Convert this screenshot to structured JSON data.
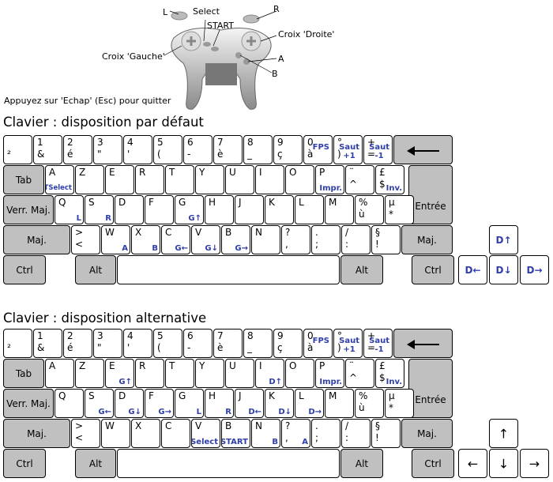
{
  "controller": {
    "labels": {
      "l": "L",
      "select": "Select",
      "r": "R",
      "start": "START",
      "croix_droite": "Croix 'Droite'",
      "croix_gauche": "Croix 'Gauche'",
      "a": "A",
      "b": "B"
    },
    "instruction": "Appuyez sur 'Echap' (Esc) pour quitter"
  },
  "sections": {
    "default_title": "Clavier : disposition par défaut",
    "alt_title": "Clavier : disposition alternative"
  },
  "colors": {
    "annotation": "#2f3ea8",
    "grey_key": "#c0c0c0"
  },
  "default": {
    "row1": [
      {
        "t": "",
        "b": "²"
      },
      {
        "t": "1",
        "b": "&"
      },
      {
        "t": "2",
        "b": "é"
      },
      {
        "t": "3",
        "b": "\""
      },
      {
        "t": "4",
        "b": "'"
      },
      {
        "t": "5",
        "b": "("
      },
      {
        "t": "6",
        "b": "-"
      },
      {
        "t": "7",
        "b": "è"
      },
      {
        "t": "8",
        "b": "_"
      },
      {
        "t": "9",
        "b": "ç"
      },
      {
        "t": "0",
        "b": "à",
        "a": "FPS"
      },
      {
        "t": "°",
        "b": ")",
        "a": "Saut\n+1"
      },
      {
        "t": "+",
        "b": "=",
        "a": "Saut\n-1"
      }
    ],
    "row2": [
      {
        "t": "A",
        "a": "STARTSelect"
      },
      {
        "t": "Z",
        "a": ""
      },
      {
        "t": "E"
      },
      {
        "t": "R"
      },
      {
        "t": "T"
      },
      {
        "t": "Y"
      },
      {
        "t": "U"
      },
      {
        "t": "I"
      },
      {
        "t": "O"
      },
      {
        "t": "P",
        "a": "Impr."
      },
      {
        "t": "¨",
        "b": "^"
      },
      {
        "t": "£",
        "b": "$",
        "a": "Inv."
      }
    ],
    "row3": [
      {
        "t": "Q",
        "a": "L"
      },
      {
        "t": "S",
        "a": "R"
      },
      {
        "t": "D"
      },
      {
        "t": "F"
      },
      {
        "t": "G",
        "a": "G↑"
      },
      {
        "t": "H"
      },
      {
        "t": "J"
      },
      {
        "t": "K"
      },
      {
        "t": "L"
      },
      {
        "t": "M"
      },
      {
        "t": "%",
        "b": "ù"
      },
      {
        "t": "µ",
        "b": "*"
      }
    ],
    "row4": [
      {
        "t": ">",
        "b": "<"
      },
      {
        "t": "W",
        "a": "A"
      },
      {
        "t": "X",
        "a": "B"
      },
      {
        "t": "C",
        "a": "G←"
      },
      {
        "t": "V",
        "a": "G↓"
      },
      {
        "t": "B",
        "a": "G→"
      },
      {
        "t": "N"
      },
      {
        "t": "?",
        "b": ","
      },
      {
        "t": ".",
        "b": ";"
      },
      {
        "t": "/",
        "b": ":"
      },
      {
        "t": "§",
        "b": "!"
      }
    ],
    "dpad": {
      "up": "D↑",
      "left": "D←",
      "down": "D↓",
      "right": "D→"
    }
  },
  "alternative": {
    "row2": [
      {
        "t": "A"
      },
      {
        "t": "Z"
      },
      {
        "t": "E",
        "a": "G↑"
      },
      {
        "t": "R"
      },
      {
        "t": "T"
      },
      {
        "t": "Y"
      },
      {
        "t": "U"
      },
      {
        "t": "I",
        "a": "D↑"
      },
      {
        "t": "O"
      },
      {
        "t": "P",
        "a": "Impr."
      },
      {
        "t": "¨",
        "b": "^"
      },
      {
        "t": "£",
        "b": "$",
        "a": "Inv."
      }
    ],
    "row3": [
      {
        "t": "Q"
      },
      {
        "t": "S",
        "a": "G←"
      },
      {
        "t": "D",
        "a": "G↓"
      },
      {
        "t": "F",
        "a": "G→"
      },
      {
        "t": "G",
        "a": "L"
      },
      {
        "t": "H",
        "a": "R"
      },
      {
        "t": "J",
        "a": "D←"
      },
      {
        "t": "K",
        "a": "D↓"
      },
      {
        "t": "L",
        "a": "D→"
      },
      {
        "t": "M"
      },
      {
        "t": "%",
        "b": "ù"
      },
      {
        "t": "µ",
        "b": "*"
      }
    ],
    "row4": [
      {
        "t": ">",
        "b": "<"
      },
      {
        "t": "W"
      },
      {
        "t": "X"
      },
      {
        "t": "C"
      },
      {
        "t": "V",
        "a": "Select"
      },
      {
        "t": "B",
        "a": "START"
      },
      {
        "t": "N",
        "a": "B"
      },
      {
        "t": "?",
        "b": ",",
        "a": "A"
      },
      {
        "t": ".",
        "b": ";"
      },
      {
        "t": "/",
        "b": ":"
      },
      {
        "t": "§",
        "b": "!"
      }
    ],
    "arrows": {
      "up": "↑",
      "left": "←",
      "down": "↓",
      "right": "→"
    }
  },
  "keys": {
    "tab": "Tab",
    "caps": "Verr. Maj.",
    "enter": "Entrée",
    "shift": "Maj.",
    "ctrl": "Ctrl",
    "alt": "Alt"
  }
}
